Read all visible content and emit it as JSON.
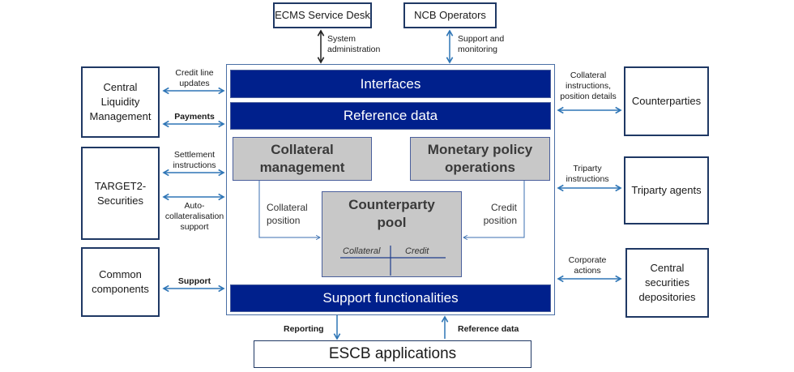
{
  "top_boxes": {
    "service_desk": "ECMS Service Desk",
    "ncb_operators": "NCB Operators"
  },
  "top_labels": {
    "system_admin": [
      "System",
      "administration"
    ],
    "support_monitoring": [
      "Support and",
      "monitoring"
    ]
  },
  "left_boxes": {
    "clm": "Central Liquidity Management",
    "t2s": "TARGET2-Securities",
    "common": "Common components"
  },
  "left_labels": {
    "credit_line": "Credit line updates",
    "payments": "Payments",
    "settlement": "Settlement instructions",
    "auto_coll": "Auto-collateralisation support",
    "support": "Support"
  },
  "right_boxes": {
    "counterparties": "Counterparties",
    "triparty": "Triparty agents",
    "csd": "Central securities depositories"
  },
  "right_labels": {
    "coll_instructions": "Collateral instructions, position details",
    "triparty_instructions": "Triparty instructions",
    "corporate_actions": "Corporate actions"
  },
  "core": {
    "interfaces": "Interfaces",
    "reference_data": "Reference data",
    "collateral_management": "Collateral management",
    "monetary_policy": "Monetary policy operations",
    "counterparty_pool": "Counterparty pool",
    "pool_collateral": "Collateral",
    "pool_credit": "Credit",
    "collateral_position": "Collateral position",
    "credit_position": "Credit position",
    "support_functionalities": "Support functionalities"
  },
  "bottom": {
    "escb": "ESCB applications",
    "reporting": "Reporting",
    "reference_data": "Reference data"
  },
  "colors": {
    "bar_blue": "#00208c",
    "arrow_blue": "#2e75b6",
    "box_border": "#1f3864",
    "module_gray": "#c8c8c8"
  }
}
